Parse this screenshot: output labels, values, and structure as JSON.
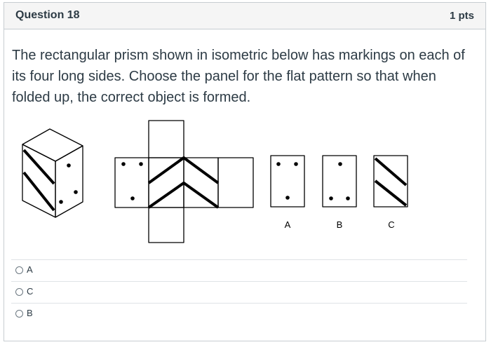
{
  "question": {
    "title": "Question 18",
    "points": "1 pts",
    "text": "The rectangular prism shown in isometric below has markings on each of its four long sides. Choose the panel for the flat pattern so that when folded up, the correct object is formed."
  },
  "figure": {
    "panel_labels": [
      "A",
      "B",
      "C"
    ]
  },
  "answers": [
    {
      "label": "A"
    },
    {
      "label": "C"
    },
    {
      "label": "B"
    }
  ]
}
